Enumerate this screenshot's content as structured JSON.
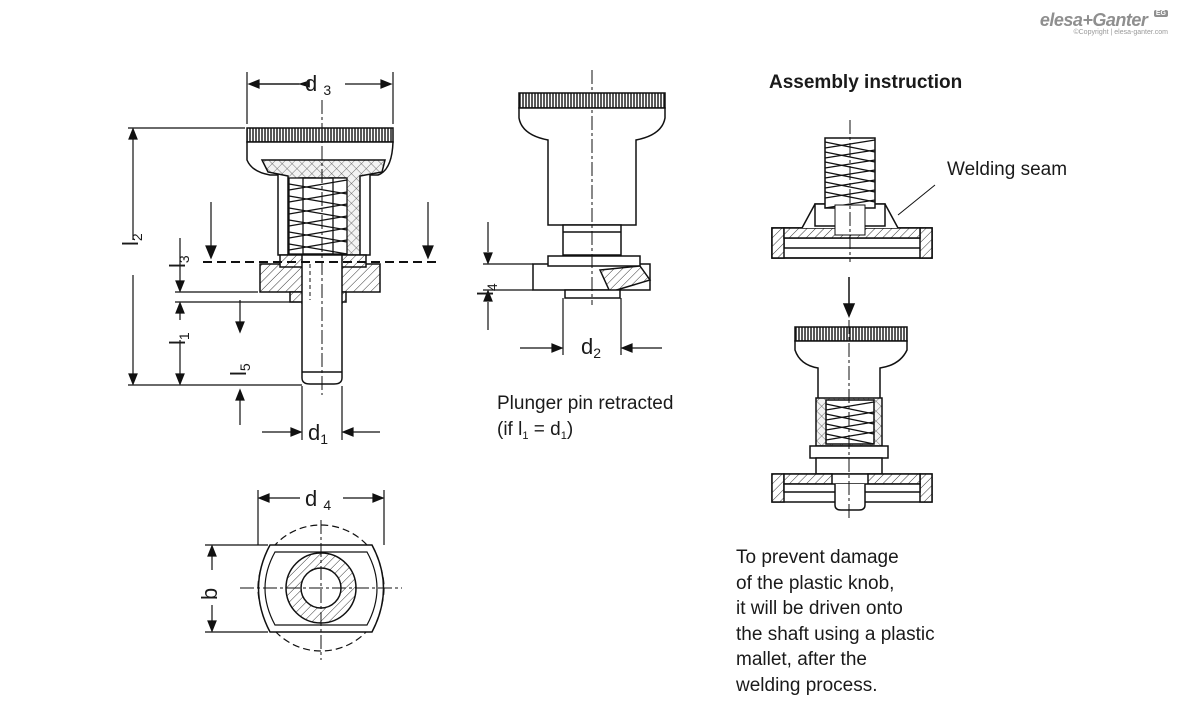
{
  "brand": {
    "name": "elesa+Ganter",
    "badge": "EG",
    "copyright": "©Copyright | elesa-ganter.com"
  },
  "dimensions": {
    "d3": {
      "main": "d",
      "sub": "3"
    },
    "d1": {
      "main": "d",
      "sub": "1"
    },
    "d2": {
      "main": "d",
      "sub": "2"
    },
    "d4": {
      "main": "d",
      "sub": "4"
    },
    "l1": {
      "main": "l",
      "sub": "1"
    },
    "l2": {
      "main": "l",
      "sub": "2"
    },
    "l3": {
      "main": "l",
      "sub": "3"
    },
    "l4": {
      "main": "l",
      "sub": "4"
    },
    "l5": {
      "main": "l",
      "sub": "5"
    },
    "b": "b"
  },
  "retracted_caption": {
    "line1": "Plunger pin retracted",
    "line2_prefix": "(if l",
    "line2_sub1": "1",
    "line2_mid": " = d",
    "line2_sub2": "1",
    "line2_suffix": ")"
  },
  "assembly": {
    "title": "Assembly instruction",
    "welding_label": "Welding seam",
    "note_lines": [
      "To prevent damage",
      "of the plastic knob,",
      "it will be driven onto",
      "the shaft using a plastic",
      "mallet, after the",
      "welding process."
    ]
  }
}
